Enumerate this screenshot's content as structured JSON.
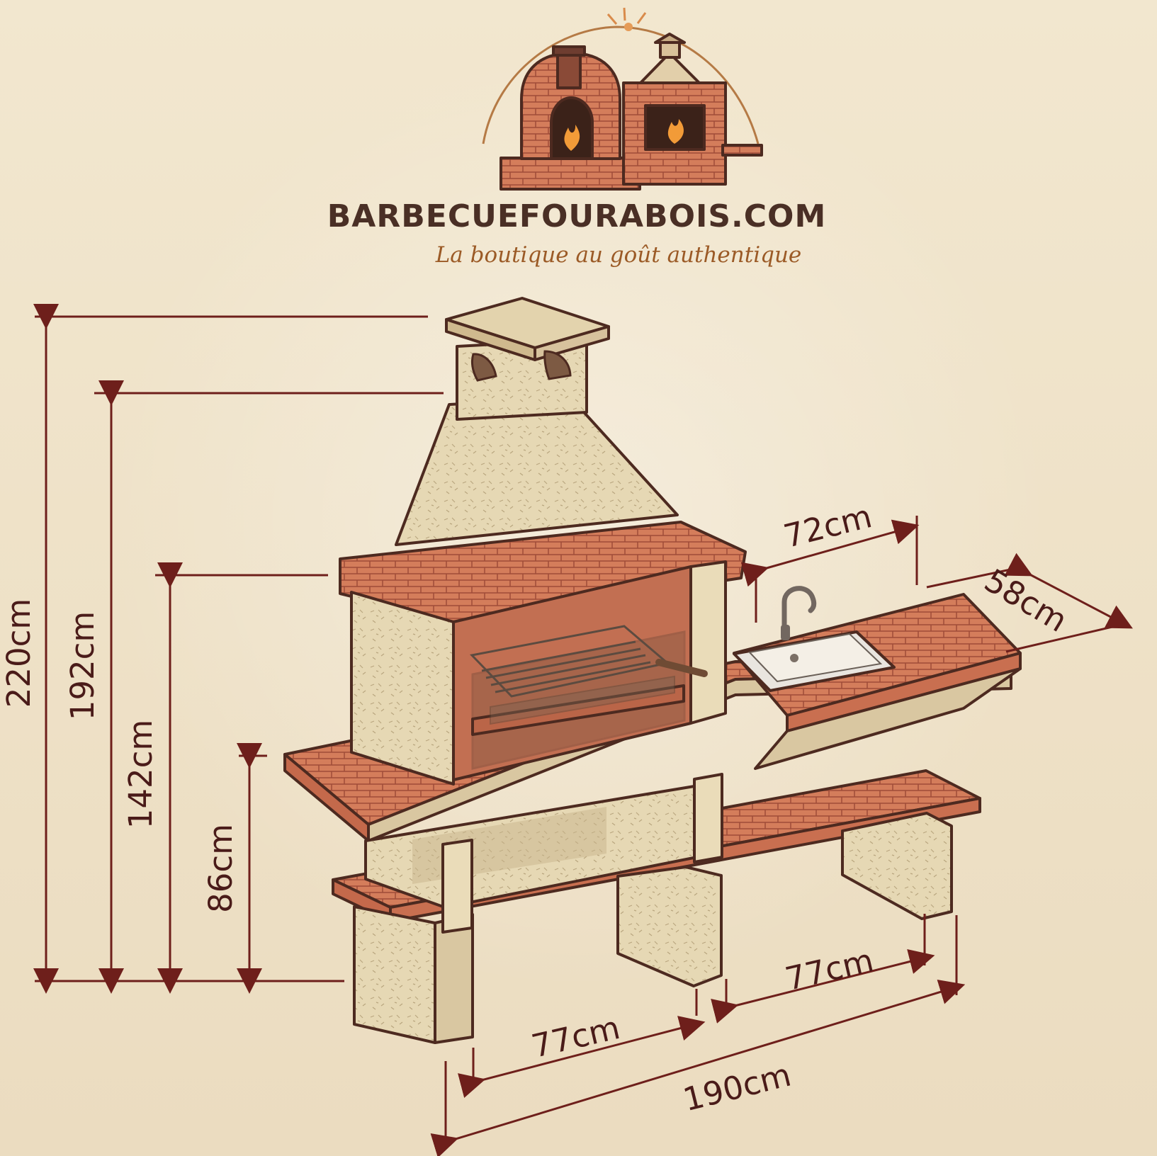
{
  "brand": {
    "name": "BARBECUEFOURABOIS.COM",
    "tagline": "La boutique au goût authentique"
  },
  "dimensions": {
    "height_220": "220cm",
    "height_192": "192cm",
    "height_142": "142cm",
    "height_86": "86cm",
    "width_72": "72cm",
    "depth_58": "58cm",
    "width_77_right": "77cm",
    "width_77_left": "77cm",
    "width_190": "190cm"
  },
  "colors": {
    "accent": "#6e1f1b",
    "brick": "#d47d5b",
    "stone": "#e5d6b0",
    "brand": "#4a2f25"
  }
}
